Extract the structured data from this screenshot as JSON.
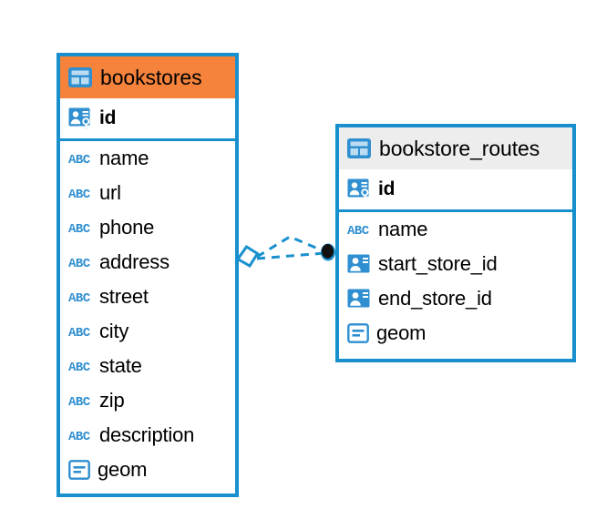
{
  "diagram": {
    "type": "entity-relationship-diagram",
    "colors": {
      "entity_border": "#1890ce",
      "header_accent_primary": "#f5833c",
      "header_accent_secondary": "#ededed",
      "icon_blue": "#2f8fd0",
      "connector_line": "#1890ce",
      "connector_endpoint_fill": "#111111",
      "text": "#000000",
      "background": "#ffffff"
    },
    "entities": [
      {
        "name": "bookstores",
        "header_icon": "table-icon",
        "header_style": "accent-orange",
        "primary_key": {
          "label": "id",
          "icon": "primary-key-icon"
        },
        "columns": [
          {
            "label": "name",
            "icon": "text-type-icon",
            "icon_text": "ABC"
          },
          {
            "label": "url",
            "icon": "text-type-icon",
            "icon_text": "ABC"
          },
          {
            "label": "phone",
            "icon": "text-type-icon",
            "icon_text": "ABC"
          },
          {
            "label": "address",
            "icon": "text-type-icon",
            "icon_text": "ABC"
          },
          {
            "label": "street",
            "icon": "text-type-icon",
            "icon_text": "ABC"
          },
          {
            "label": "city",
            "icon": "text-type-icon",
            "icon_text": "ABC"
          },
          {
            "label": "state",
            "icon": "text-type-icon",
            "icon_text": "ABC"
          },
          {
            "label": "zip",
            "icon": "text-type-icon",
            "icon_text": "ABC"
          },
          {
            "label": "description",
            "icon": "text-type-icon",
            "icon_text": "ABC"
          },
          {
            "label": "geom",
            "icon": "geometry-type-icon",
            "icon_text": ""
          }
        ]
      },
      {
        "name": "bookstore_routes",
        "header_icon": "table-icon",
        "header_style": "accent-gray",
        "primary_key": {
          "label": "id",
          "icon": "primary-key-icon"
        },
        "columns": [
          {
            "label": "name",
            "icon": "text-type-icon",
            "icon_text": "ABC"
          },
          {
            "label": "start_store_id",
            "icon": "foreign-key-icon",
            "icon_text": ""
          },
          {
            "label": "end_store_id",
            "icon": "foreign-key-icon",
            "icon_text": ""
          },
          {
            "label": "geom",
            "icon": "geometry-type-icon",
            "icon_text": ""
          }
        ]
      }
    ],
    "relationship": {
      "from_entity": "bookstores",
      "to_entity": "bookstore_routes",
      "line_style": "dashed",
      "source_endpoint": "diamond-outline-marker",
      "target_endpoint": "filled-circle-marker",
      "branch_count": 2
    }
  }
}
